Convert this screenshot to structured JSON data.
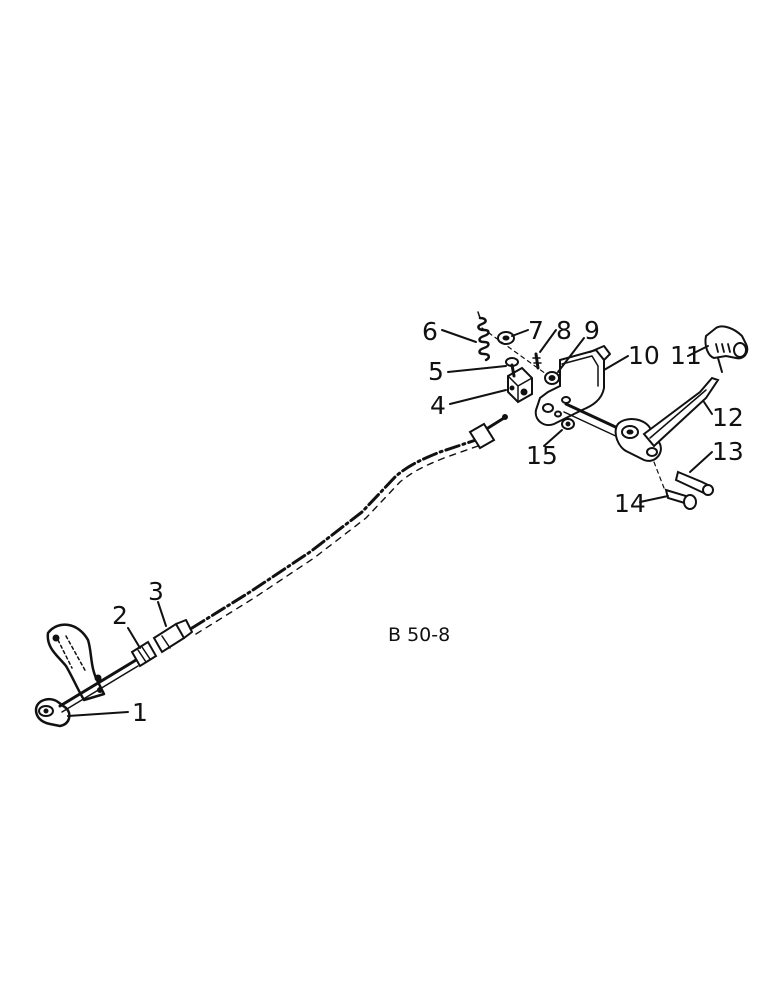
{
  "drawing_code": "B 50-8",
  "callouts": [
    {
      "number": "1"
    },
    {
      "number": "2"
    },
    {
      "number": "3"
    },
    {
      "number": "4"
    },
    {
      "number": "5"
    },
    {
      "number": "6"
    },
    {
      "number": "7"
    },
    {
      "number": "8"
    },
    {
      "number": "9"
    },
    {
      "number": "10"
    },
    {
      "number": "11"
    },
    {
      "number": "12"
    },
    {
      "number": "13"
    },
    {
      "number": "14"
    },
    {
      "number": "15"
    }
  ]
}
